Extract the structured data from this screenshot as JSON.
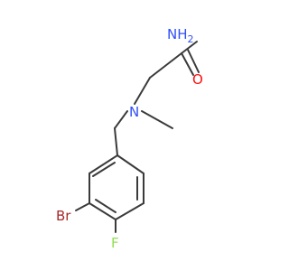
{
  "structure": {
    "atoms": {
      "amide_nitrogen": {
        "text": "NH2",
        "main": "NH",
        "sub": "2",
        "color": "#3050f8"
      },
      "oxygen": {
        "text": "O",
        "color": "#ff0d0d"
      },
      "amine_nitrogen": {
        "text": "N",
        "color": "#3050f8"
      },
      "bromine": {
        "text": "Br",
        "color": "#a62929"
      },
      "fluorine": {
        "text": "F",
        "color": "#90e050"
      }
    },
    "bond_color": "#3a3a3a"
  }
}
